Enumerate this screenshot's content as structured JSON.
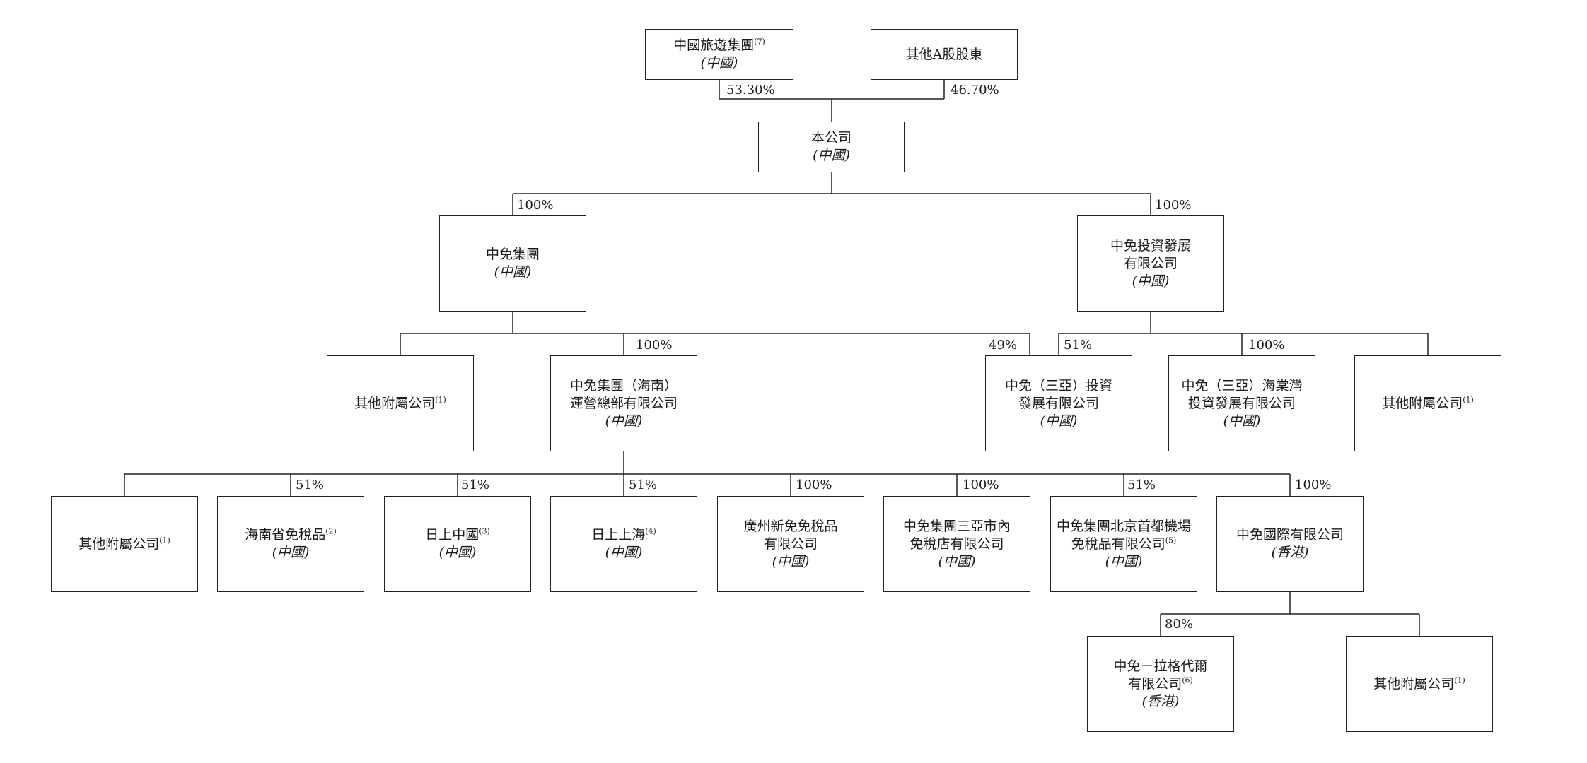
{
  "nodes": [
    {
      "id": "cits",
      "name": "中國旅遊集團",
      "note": "(7)",
      "loc": "(中國)"
    },
    {
      "id": "other_a",
      "name": "其他A股股東",
      "note": "",
      "loc": ""
    },
    {
      "id": "company",
      "name": "本公司",
      "note": "",
      "loc": "(中國)"
    },
    {
      "id": "cdfg",
      "name": "中免集團",
      "note": "",
      "loc": "(中國)"
    },
    {
      "id": "cdf_invest",
      "name": "中免投資發展\n有限公司",
      "note": "",
      "loc": "(中國)"
    },
    {
      "id": "other_sub_1",
      "name": "其他附屬公司",
      "note": "(1)",
      "loc": ""
    },
    {
      "id": "cdf_hainan",
      "name": "中免集團（海南）\n運營總部有限公司",
      "note": "",
      "loc": "(中國)"
    },
    {
      "id": "sanya_invest",
      "name": "中免（三亞）投資\n發展有限公司",
      "note": "",
      "loc": "(中國)"
    },
    {
      "id": "haitang",
      "name": "中免（三亞）海棠灣\n投資發展有限公司",
      "note": "",
      "loc": "(中國)"
    },
    {
      "id": "other_sub_2",
      "name": "其他附屬公司",
      "note": "(1)",
      "loc": ""
    },
    {
      "id": "other_sub_3",
      "name": "其他附屬公司",
      "note": "(1)",
      "loc": ""
    },
    {
      "id": "hainan_dfs",
      "name": "海南省免稅品",
      "note": "(2)",
      "loc": "(中國)"
    },
    {
      "id": "sunrise_cn",
      "name": "日上中國",
      "note": "(3)",
      "loc": "(中國)"
    },
    {
      "id": "sunrise_sh",
      "name": "日上上海",
      "note": "(4)",
      "loc": "(中國)"
    },
    {
      "id": "guangzhou",
      "name": "廣州新免免稅品\n有限公司",
      "note": "",
      "loc": "(中國)"
    },
    {
      "id": "sanya_city",
      "name": "中免集團三亞市內\n免稅店有限公司",
      "note": "",
      "loc": "(中國)"
    },
    {
      "id": "beijing",
      "name": "中免集團北京首都機場\n免稅品有限公司",
      "note": "(5)",
      "loc": "(中國)"
    },
    {
      "id": "cdf_intl",
      "name": "中免國際有限公司",
      "note": "",
      "loc": "(香港)"
    },
    {
      "id": "lagardere",
      "name": "中免－拉格代爾\n有限公司",
      "note": "(6)",
      "loc": "(香港)"
    },
    {
      "id": "other_sub_4",
      "name": "其他附屬公司",
      "note": "(1)",
      "loc": ""
    }
  ],
  "percentages": {
    "cits": "53.30%",
    "other_a": "46.70%",
    "cdfg": "100%",
    "cdf_invest": "100%",
    "cdf_hainan": "100%",
    "sanya_invest_49": "49%",
    "sanya_invest_51": "51%",
    "haitang": "100%",
    "hainan_dfs": "51%",
    "sunrise_cn": "51%",
    "sunrise_sh": "51%",
    "guangzhou": "100%",
    "sanya_city": "100%",
    "beijing": "51%",
    "cdf_intl": "100%",
    "lagardere": "80%"
  }
}
